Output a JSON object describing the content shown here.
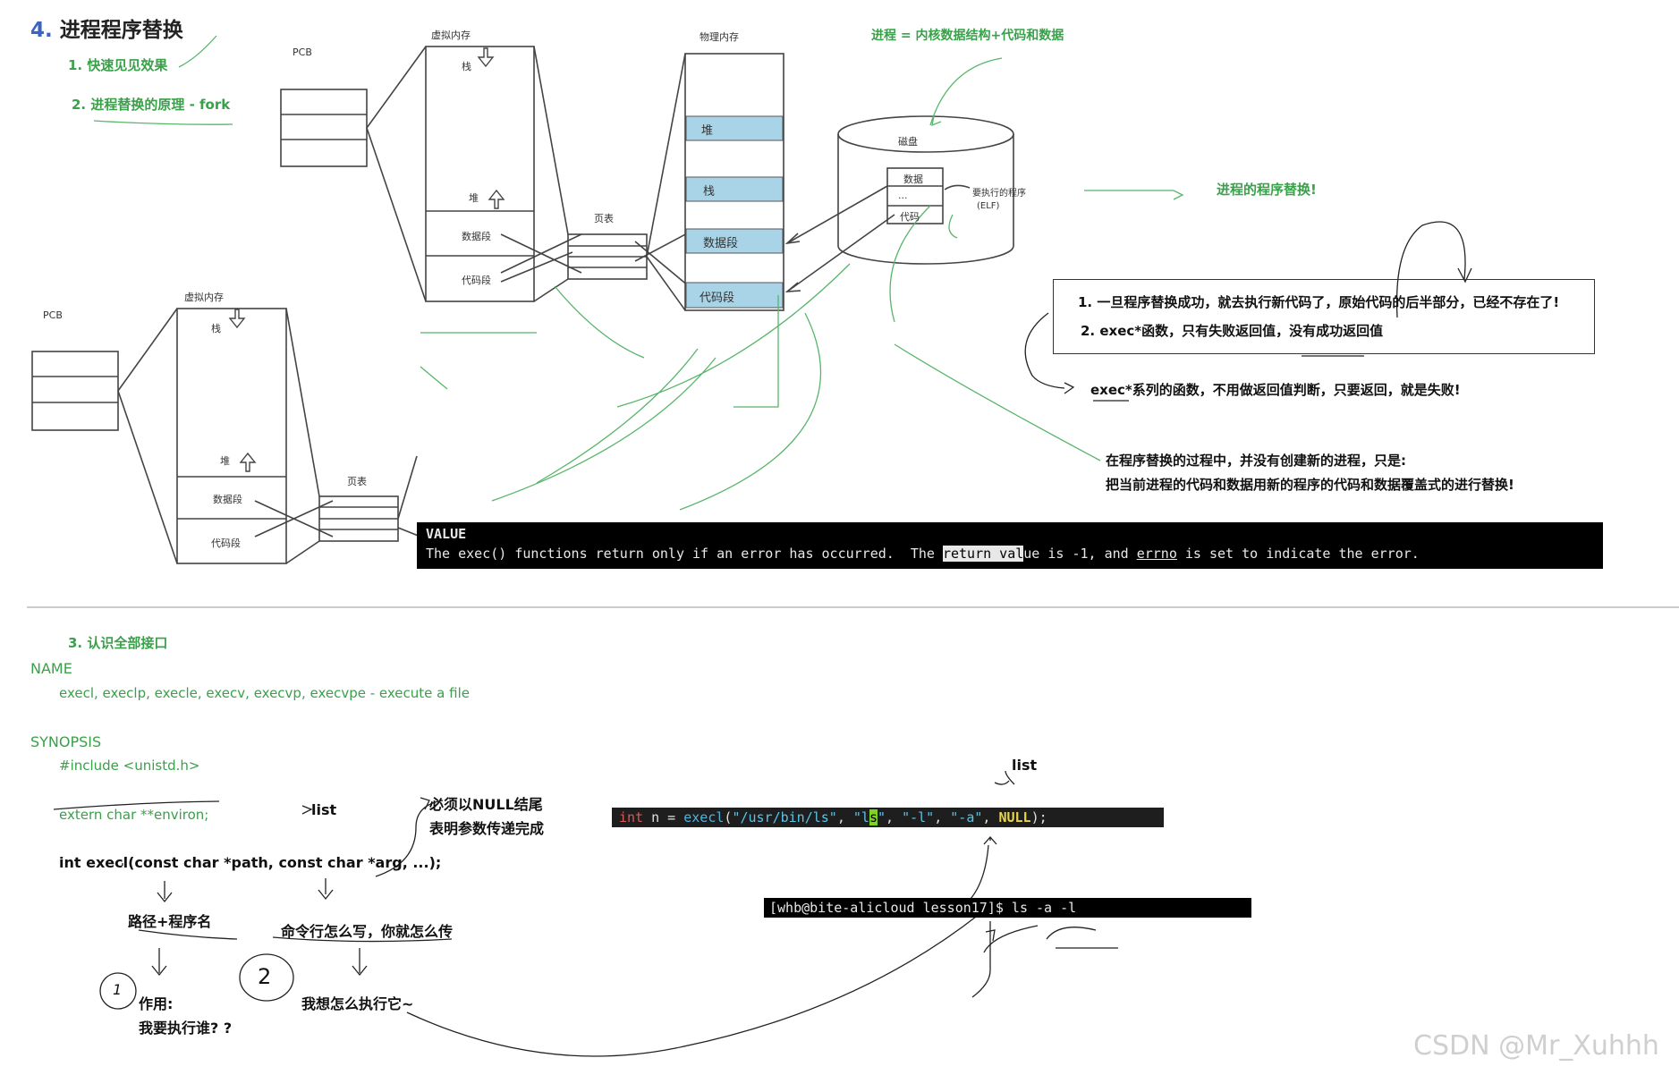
{
  "section4": {
    "num": "4.",
    "title": "进程程序替换"
  },
  "items": {
    "item1": "1. 快速见见效果",
    "item2": "2. 进程替换的原理 - fork",
    "item3": "3. 认识全部接口"
  },
  "diagram": {
    "pcb": "PCB",
    "virt_mem": "虚拟内存",
    "phys_mem": "物理内存",
    "stack": "栈",
    "heap": "堆",
    "data_seg": "数据段",
    "code_seg": "代码段",
    "page_table": "页表",
    "disk": "磁盘",
    "disk_data": "数据",
    "disk_dots": "...",
    "disk_code": "代码",
    "to_exec": "要执行的程序",
    "elf": "(ELF)"
  },
  "annotations": {
    "process_def": "进程 = 内核数据结构+代码和数据",
    "replace": "进程的程序替换!",
    "box_line1": "1. 一旦程序替换成功，就去执行新代码了，原始代码的后半部分，已经不存在了!",
    "box_line2": "2. exec*函数，只有失败返回值，没有成功返回值",
    "exec_fail": "exec*系列的函数，不用做返回值判断，只要返回，就是失败!",
    "no_new_1": "在程序替换的过程中，并没有创建新的进程，只是:",
    "no_new_2": "把当前进程的代码和数据用新的程序的代码和数据覆盖式的进行替换!"
  },
  "man_value": {
    "heading": "VALUE",
    "pre": "The exec() functions return only if an error has occurred.  The ",
    "hl": "return val",
    "mid": "ue is -1, and ",
    "errno": "errno",
    "post": " is set to indicate the error."
  },
  "manpage": {
    "name_h": "NAME",
    "name_line": "execl, execlp, execle, execv, execvp, execvpe - execute a file",
    "synopsis_h": "SYNOPSIS",
    "include": "#include <unistd.h>",
    "environ": "extern char **environ;",
    "proto": "int execl(const char *path, const char *arg, ...);"
  },
  "handnotes": {
    "list1": "list",
    "list2": "list",
    "null1": "必须以NULL结尾",
    "null2": "表明参数传递完成",
    "path": "路径+程序名",
    "argwrite": "命令行怎么写，你就怎么传",
    "circle1": "1",
    "circle2": "2",
    "role": "作用:",
    "who": "我要执行谁? ?",
    "how": "我想怎么执行它~"
  },
  "code": {
    "kw_int": "int",
    "n_eq": " n = ",
    "fn": "execl",
    "open": "(",
    "s1": "\"/usr/bin/ls\"",
    "c1": ", ",
    "s2a": "\"l",
    "s2b": "s",
    "s2c": "\"",
    "c2": ", ",
    "s3": "\"-l\"",
    "c3": ", ",
    "s4": "\"-a\"",
    "c4": ", ",
    "nul": "NULL",
    "close": ");"
  },
  "shell": "[whb@bite-alicloud lesson17]$ ls -a -l",
  "watermark": "CSDN @Mr_Xuhhh",
  "colors": {
    "accent_blue": "#3b63c4",
    "note_green": "#3aa04a",
    "mem_fill": "#a9d3e6"
  }
}
